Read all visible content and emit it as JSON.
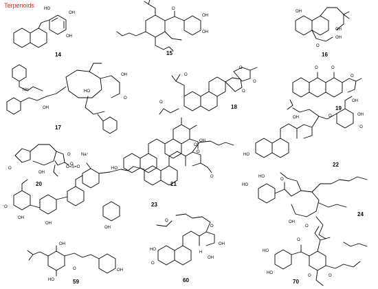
{
  "header": {
    "title": "Terpenoids",
    "title_color": "#e8281e"
  },
  "compounds": [
    {
      "id": "c14",
      "number": "14"
    },
    {
      "id": "c15",
      "number": "15"
    },
    {
      "id": "c16",
      "number": "16"
    },
    {
      "id": "c17",
      "number": "17"
    },
    {
      "id": "c18",
      "number": "18"
    },
    {
      "id": "c19",
      "number": "19"
    },
    {
      "id": "c20",
      "number": "20"
    },
    {
      "id": "c21",
      "number": "21"
    },
    {
      "id": "c22",
      "number": "22"
    },
    {
      "id": "c23",
      "number": "23"
    },
    {
      "id": "c24",
      "number": "24"
    },
    {
      "id": "c59",
      "number": "59"
    },
    {
      "id": "c60",
      "number": "60"
    },
    {
      "id": "c70",
      "number": "70"
    }
  ],
  "atom_labels": {
    "oh": "OH",
    "ho": "HO",
    "o": "O",
    "h": "H",
    "nh": "NH",
    "na": "Na⁺",
    "sulfonate": "O=S=O",
    "o_minus": "⁻O"
  }
}
